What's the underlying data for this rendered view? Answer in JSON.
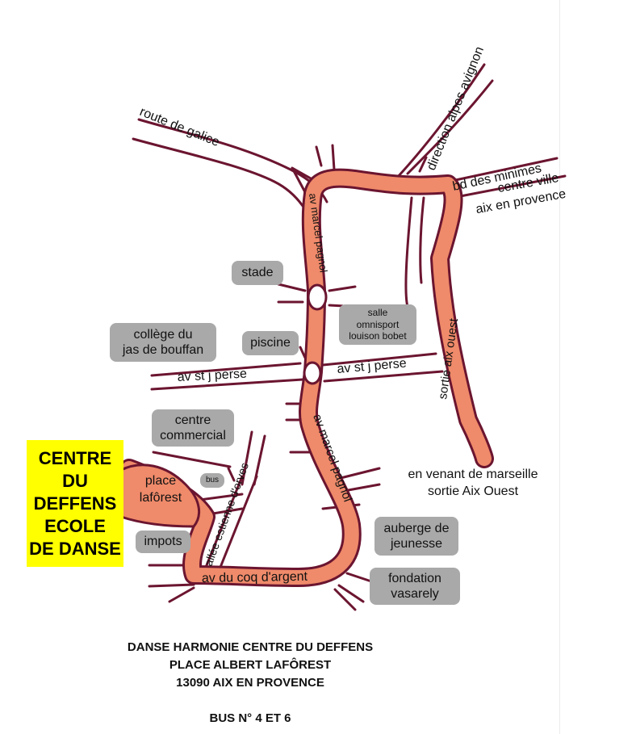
{
  "map": {
    "roads": {
      "route_galice": "route de galice",
      "direction_alpes": "direction alpes avignon",
      "bd_minimes": "bd des minimes",
      "av_marcel_pagnol_top": "av marcel pagnol",
      "av_marcel_pagnol_bottom": "av marcel pagnol",
      "av_st_j_perse_left": "av st j perse",
      "av_st_j_perse_right": "av st j perse",
      "sortie_aix_ouest": "sortie aix ouest",
      "allee_estienne": "allée estienne d'orves",
      "av_coq_argent": "av du coq d'argent"
    },
    "places": {
      "stade": "stade",
      "piscine": "piscine",
      "college_line1": "collège du",
      "college_line2": "jas de bouffan",
      "salle_line1": "salle",
      "salle_line2": "omnisport",
      "salle_line3": "louison bobet",
      "centre_commercial_line1": "centre",
      "centre_commercial_line2": "commercial",
      "bus": "bus",
      "impots": "impots",
      "auberge_line1": "auberge de",
      "auberge_line2": "jeunesse",
      "fondation_line1": "fondation",
      "fondation_line2": "vasarely"
    },
    "labels": {
      "centre_ville_line1": "centre ville",
      "centre_ville_line2": "aix en provence",
      "place_line1": "place",
      "place_line2": "lafôrest",
      "marseille_line1": "en venant de marseille",
      "marseille_line2": "sortie Aix Ouest"
    },
    "destination": {
      "line1": "CENTRE",
      "line2": "DU DEFFENS",
      "line3": "ECOLE",
      "line4": "DE DANSE"
    }
  },
  "footer": {
    "line1": "DANSE HARMONIE CENTRE DU DEFFENS",
    "line2": "PLACE ALBERT LAFÔREST",
    "line3": "13090 AIX EN PROVENCE",
    "bus": "BUS N° 4 ET 6"
  },
  "colors": {
    "road_fill": "#ef8a6a",
    "road_outline": "#6b1530",
    "label_background": "#a9a9a9",
    "destination_background": "#ffff00"
  }
}
